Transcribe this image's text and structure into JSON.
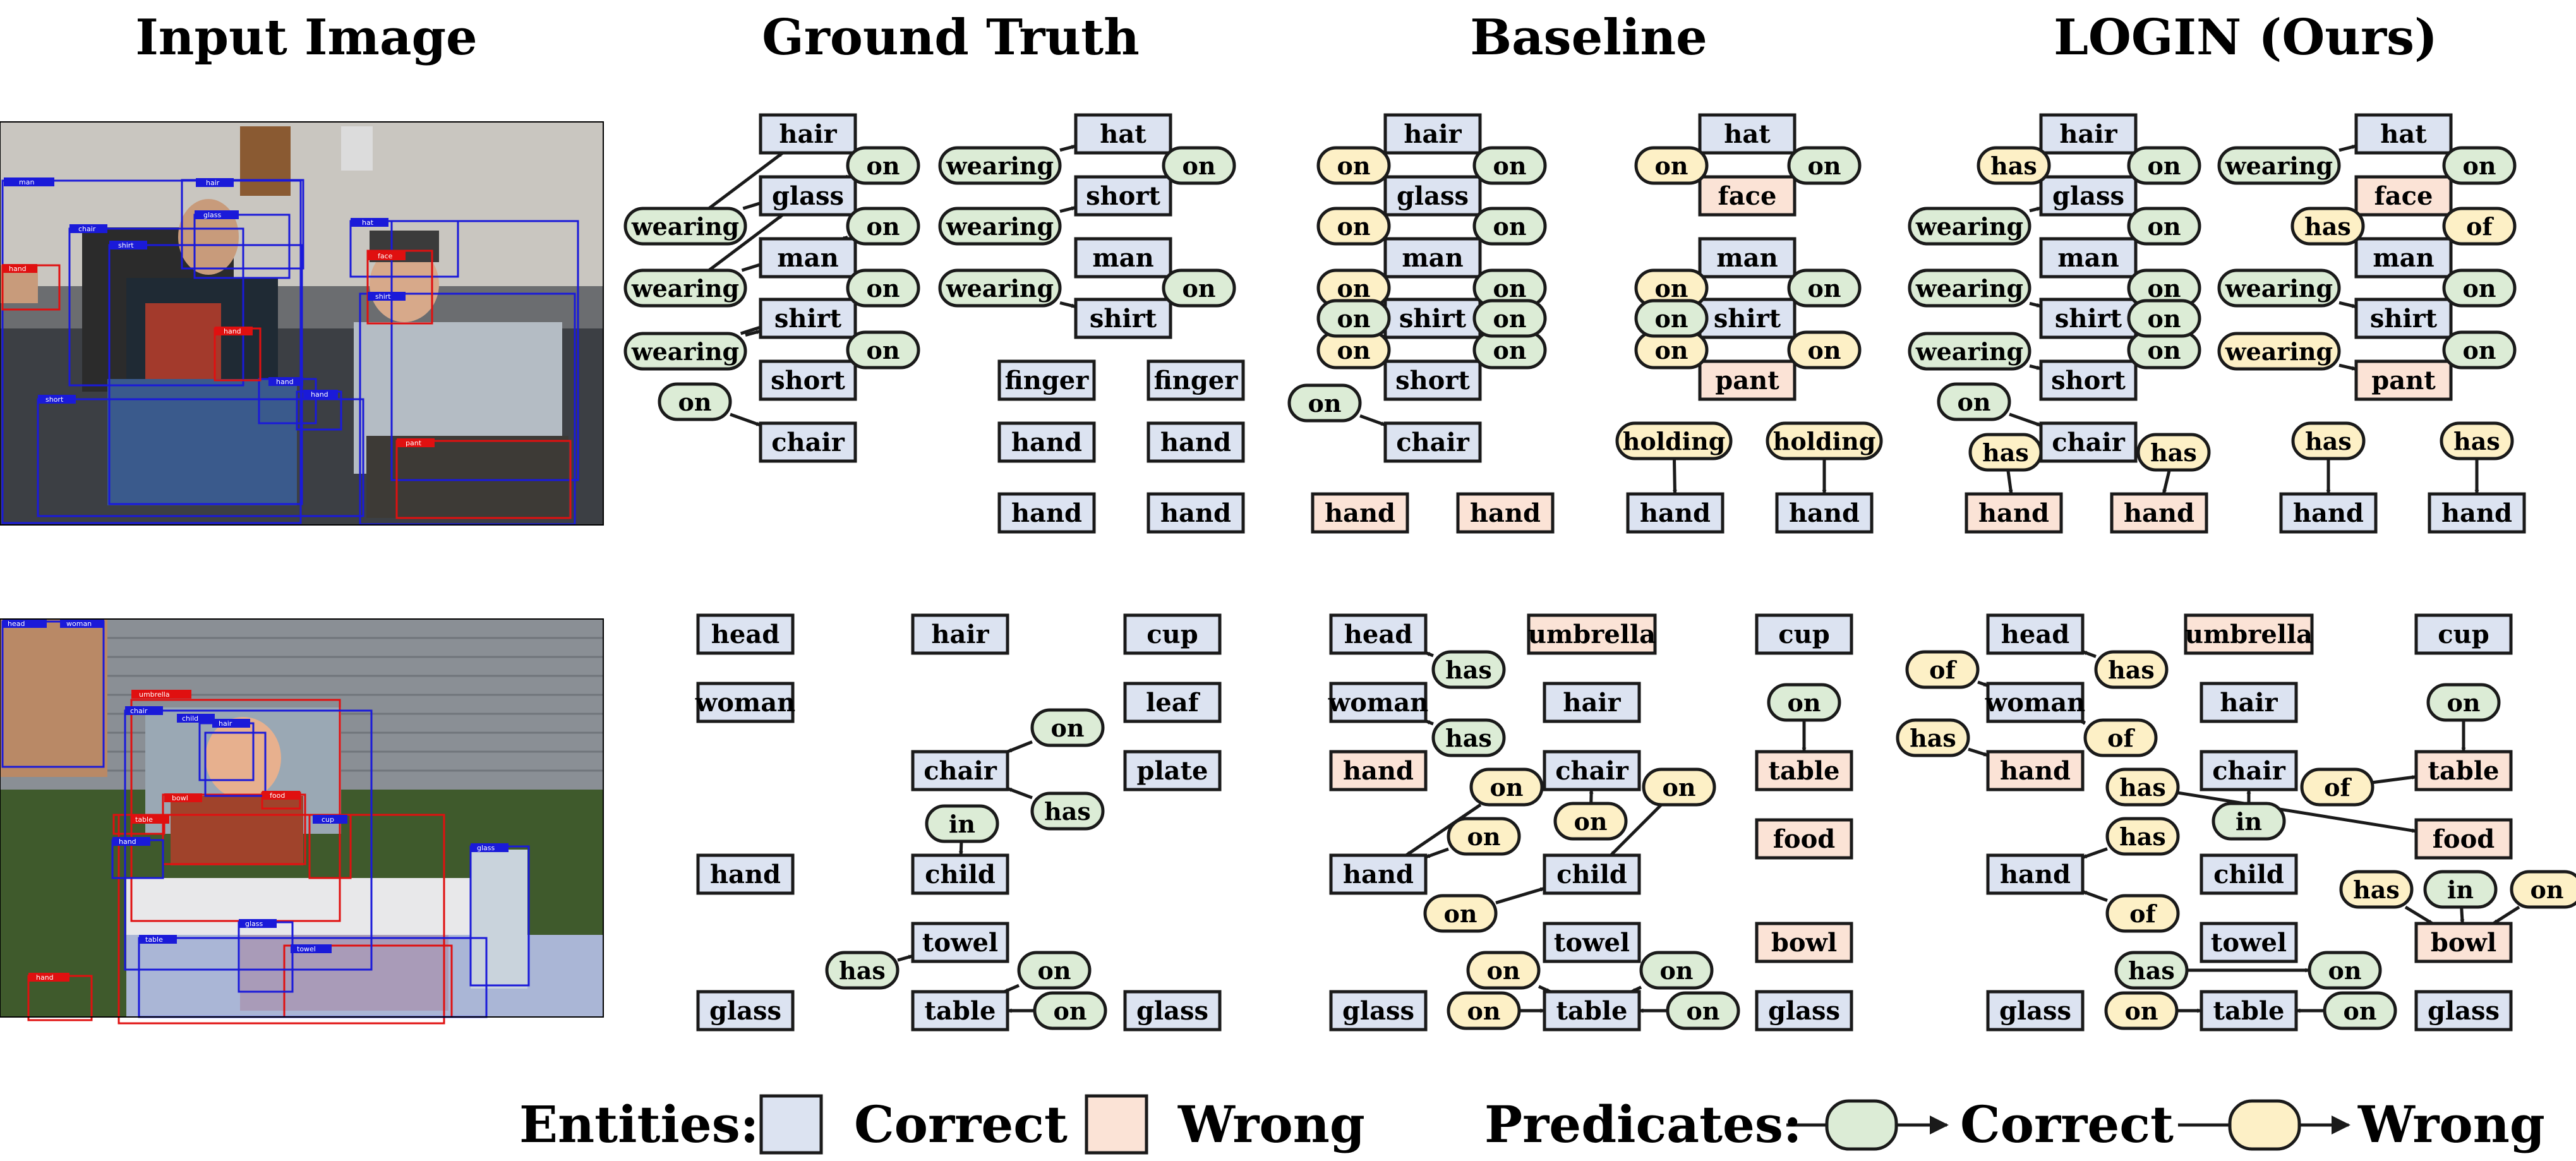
{
  "headers": {
    "input": "Input Image",
    "gt": "Ground Truth",
    "baseline": "Baseline",
    "ours": "LOGIN (Ours)"
  },
  "colors": {
    "entity_correct": "#dce3f1",
    "entity_wrong": "#fbe3d6",
    "pred_correct": "#dcecd6",
    "pred_wrong": "#fdf0c6",
    "box_blue": "#1a1ad9",
    "box_red": "#e01010",
    "stroke": "#1a1a1a"
  },
  "legend": {
    "entities_label": "Entities:",
    "predicates_label": "Predicates:",
    "correct": "Correct",
    "wrong": "Wrong"
  },
  "photo1": {
    "tags": [
      "man",
      "hair",
      "glass",
      "chair",
      "shirt",
      "hand",
      "hat",
      "face",
      "shirt",
      "hand",
      "hand",
      "hand",
      "short",
      "pant"
    ]
  },
  "photo2": {
    "tags": [
      "head",
      "woman",
      "umbrella",
      "chair",
      "hair",
      "child",
      "table",
      "bowl",
      "food",
      "cup",
      "hand",
      "glass",
      "glass",
      "table",
      "towel",
      "hand"
    ]
  },
  "graphs": {
    "row1": {
      "gt": [
        "hair",
        "glass",
        "man",
        "shirt",
        "short",
        "chair",
        "wearing",
        "wearing",
        "wearing",
        "on",
        "on",
        "on",
        "on",
        "on",
        "hat",
        "short",
        "man",
        "shirt",
        "wearing",
        "wearing",
        "wearing",
        "on",
        "on",
        "finger",
        "finger",
        "hand",
        "hand",
        "hand",
        "hand"
      ],
      "baseline": [
        "hair",
        "glass",
        "man",
        "shirt",
        "short",
        "chair",
        "on",
        "on",
        "on",
        "on",
        "on",
        "on",
        "on",
        "on",
        "on",
        "on",
        "on",
        "hand",
        "hand",
        "hat",
        "face",
        "man",
        "shirt",
        "pant",
        "on",
        "on",
        "on",
        "on",
        "on",
        "on",
        "on",
        "holding",
        "holding",
        "hand",
        "hand"
      ],
      "ours": [
        "hair",
        "glass",
        "man",
        "shirt",
        "short",
        "chair",
        "has",
        "wearing",
        "wearing",
        "wearing",
        "on",
        "on",
        "on",
        "on",
        "on",
        "on",
        "has",
        "has",
        "hand",
        "hand",
        "hat",
        "face",
        "man",
        "shirt",
        "pant",
        "wearing",
        "has",
        "wearing",
        "wearing",
        "on",
        "of",
        "on",
        "on",
        "has",
        "has",
        "hand",
        "hand"
      ]
    },
    "row2": {
      "gt": [
        "head",
        "hair",
        "cup",
        "woman",
        "leaf",
        "on",
        "chair",
        "plate",
        "in",
        "has",
        "hand",
        "child",
        "towel",
        "has",
        "on",
        "glass",
        "table",
        "on",
        "glass"
      ],
      "baseline": [
        "head",
        "umbrella",
        "cup",
        "has",
        "woman",
        "hair",
        "on",
        "has",
        "hand",
        "chair",
        "on",
        "on",
        "table",
        "on",
        "food",
        "on",
        "hand",
        "child",
        "on",
        "towel",
        "bowl",
        "on",
        "on",
        "glass",
        "on",
        "table",
        "on",
        "glass"
      ],
      "ours": [
        "head",
        "umbrella",
        "cup",
        "of",
        "has",
        "woman",
        "hair",
        "on",
        "has",
        "of",
        "hand",
        "chair",
        "table",
        "has",
        "of",
        "in",
        "has",
        "food",
        "hand",
        "child",
        "has",
        "in",
        "on",
        "of",
        "towel",
        "on",
        "bowl",
        "has",
        "glass",
        "on",
        "table",
        "on",
        "glass"
      ]
    }
  }
}
